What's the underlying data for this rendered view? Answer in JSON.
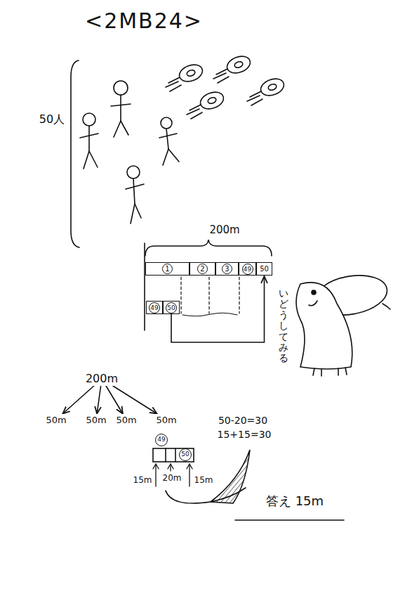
{
  "diagram": {
    "title": "<2MB24>",
    "nodes": [
      {
        "text": [
          "1"
        ]
      },
      {
        "text": [
          "2"
        ]
      },
      {
        "text": [
          "3"
        ]
      },
      {
        "text": [
          "49"
        ]
      },
      {
        "text": [
          "50"
        ]
      },
      {
        "text": [
          "49"
        ]
      },
      {
        "text": [
          "50"
        ]
      },
      {
        "text": [
          "200m"
        ]
      },
      {
        "text": [
          "50m"
        ]
      },
      {
        "text": [
          "50m"
        ]
      },
      {
        "text": [
          "50m"
        ]
      },
      {
        "text": [
          "50m"
        ]
      },
      {
        "text": [
          "49"
        ]
      },
      {
        "text": [
          "50"
        ]
      }
    ],
    "edges": [
      {
        "from": 7,
        "to": 8,
        "arrow": "to"
      },
      {
        "from": 7,
        "to": 9,
        "arrow": "to"
      },
      {
        "from": 7,
        "to": 10,
        "arrow": "to"
      },
      {
        "from": 7,
        "to": 11,
        "arrow": "to"
      },
      {
        "from": 6,
        "to": 4,
        "arrow": "to"
      }
    ],
    "labels": [
      "50人",
      "200m",
      "いどうしてみる",
      "15m",
      "20m",
      "15m",
      "50-20=30",
      "15+15=30",
      "答え 15m"
    ]
  }
}
